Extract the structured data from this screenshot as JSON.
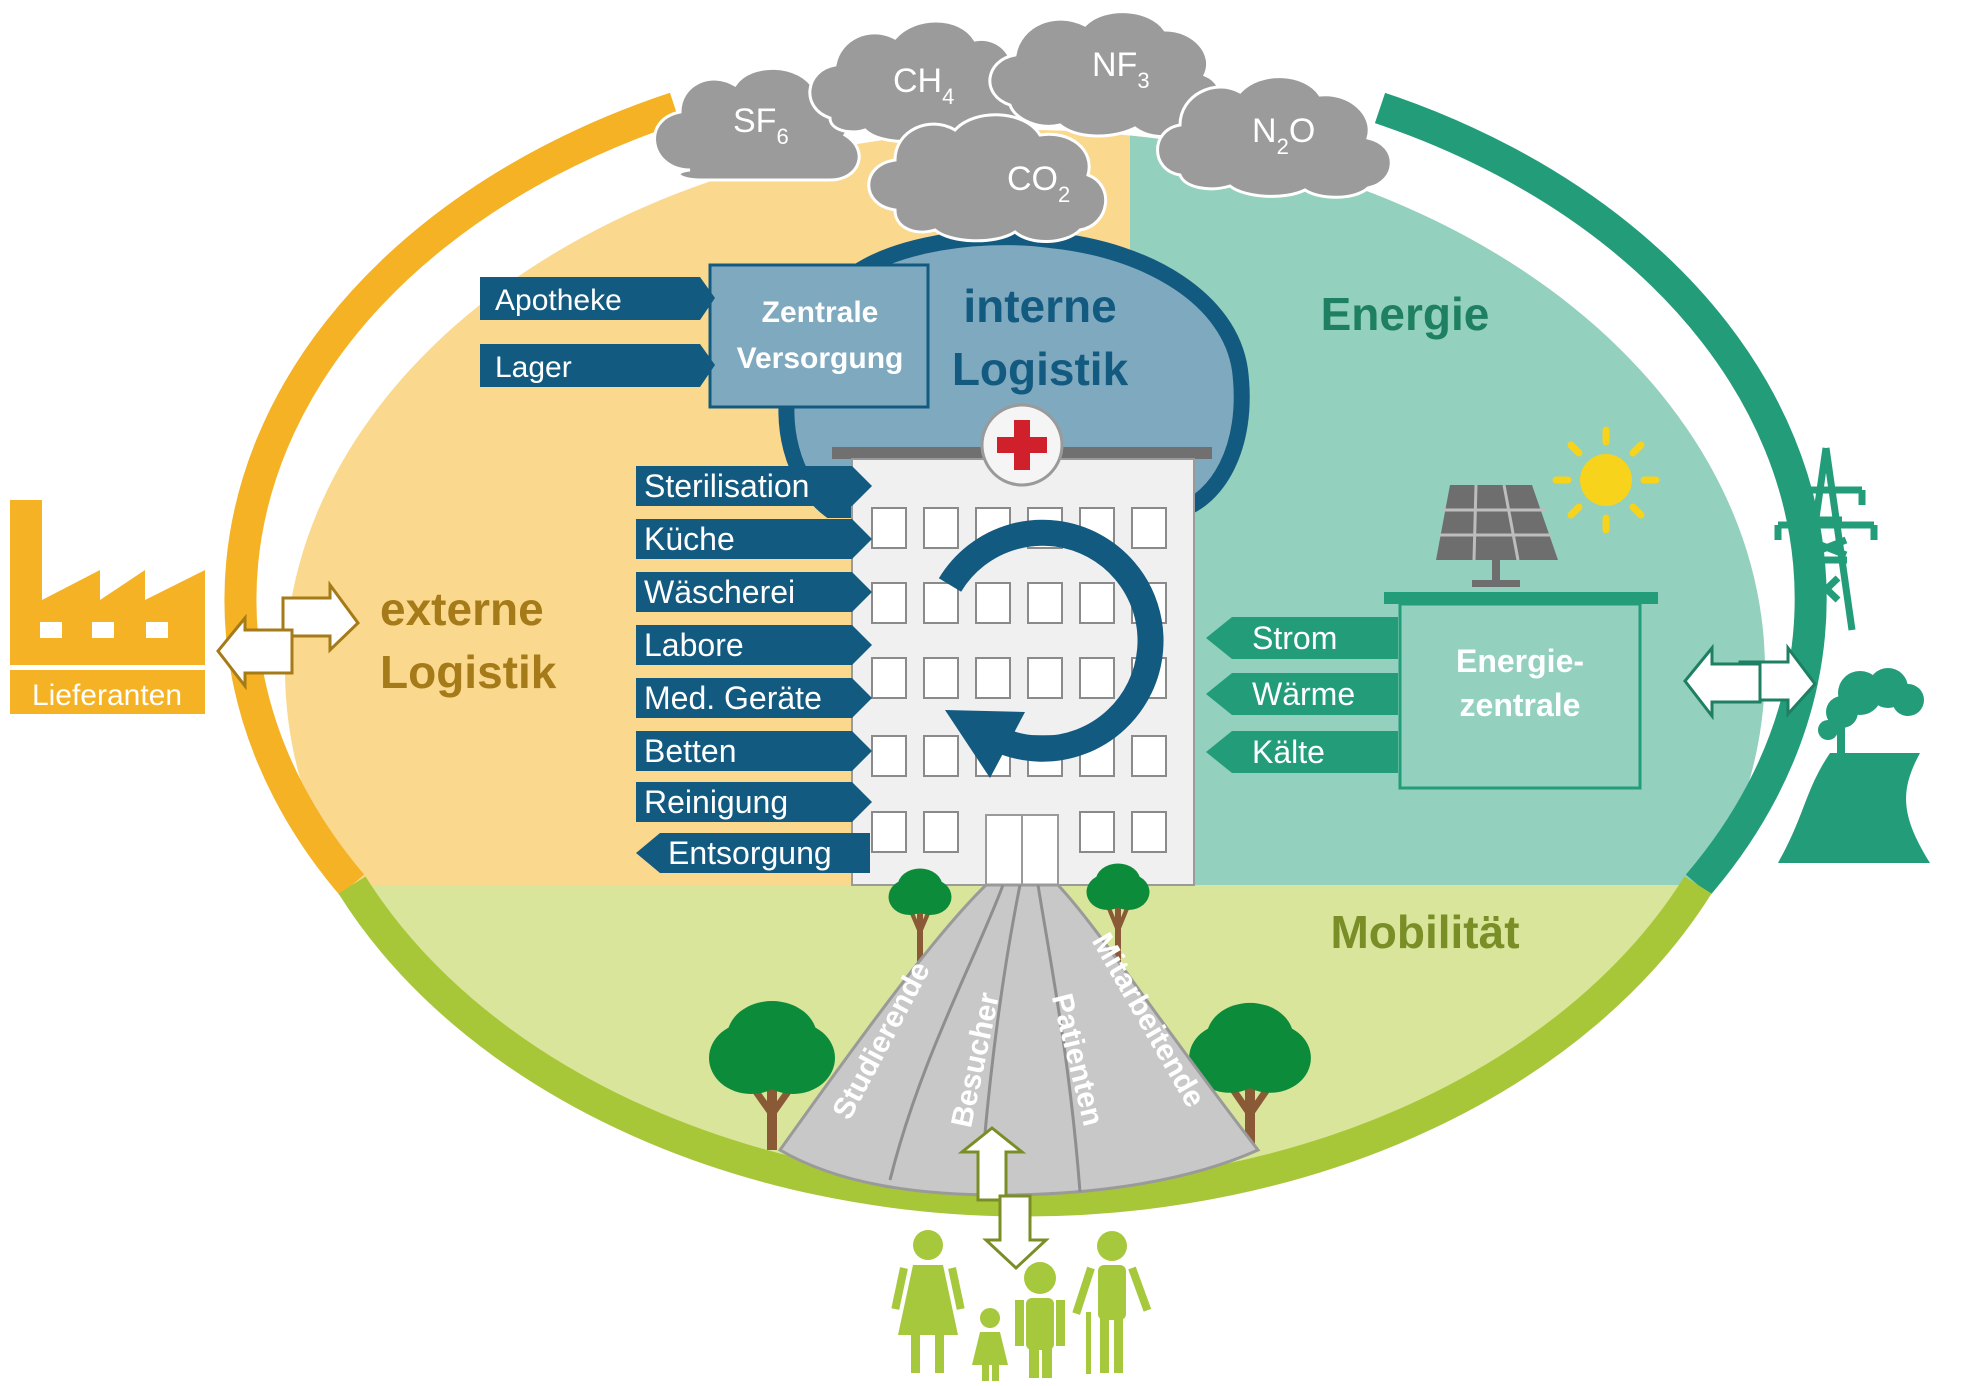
{
  "gases": [
    {
      "base": "SF",
      "sub": "6"
    },
    {
      "base": "CH",
      "sub": "4"
    },
    {
      "base": "NF",
      "sub": "3"
    },
    {
      "base": "N",
      "sub": "2",
      "tail": "O"
    },
    {
      "base": "CO",
      "sub": "2"
    }
  ],
  "sections": {
    "external": {
      "line1": "externe",
      "line2": "Logistik"
    },
    "internal": {
      "line1": "interne",
      "line2": "Logistik"
    },
    "energy": "Energie",
    "mobility": "Mobilität"
  },
  "central_supply": {
    "line1": "Zentrale",
    "line2": "Versorgung",
    "inputs": [
      "Apotheke",
      "Lager"
    ]
  },
  "hospital_services": [
    "Sterilisation",
    "Küche",
    "Wäscherei",
    "Labore",
    "Med. Geräte",
    "Betten",
    "Reinigung",
    "Entsorgung"
  ],
  "energy_center": {
    "line1": "Energie-",
    "line2": "zentrale",
    "outputs": [
      "Strom",
      "Wärme",
      "Kälte"
    ]
  },
  "suppliers_label": "Lieferanten",
  "paths": [
    "Studierende",
    "Besucher",
    "Patienten",
    "Mitarbeitende"
  ],
  "colors": {
    "external_ring": "#f4b224",
    "external_fill": "#fad98e",
    "external_text": "#a57a18",
    "energy_ring": "#239c7a",
    "energy_fill": "#93d0bd",
    "energy_text": "#1e7f62",
    "mobility_ring": "#a7c738",
    "mobility_fill": "#d8e59a",
    "mobility_text": "#7a8e27",
    "logistics_blue": "#135a80",
    "cloud_gray": "#9b9b9b",
    "hospital_red": "#d0202c",
    "people_green": "#a6c83c"
  },
  "icons": [
    "factory-icon",
    "power-pylon-icon",
    "cooling-tower-icon",
    "solar-panel-icon",
    "sun-icon",
    "hospital-cross-icon",
    "cycle-arrow-icon",
    "tree-icon",
    "people-icon",
    "double-arrow-icon"
  ]
}
